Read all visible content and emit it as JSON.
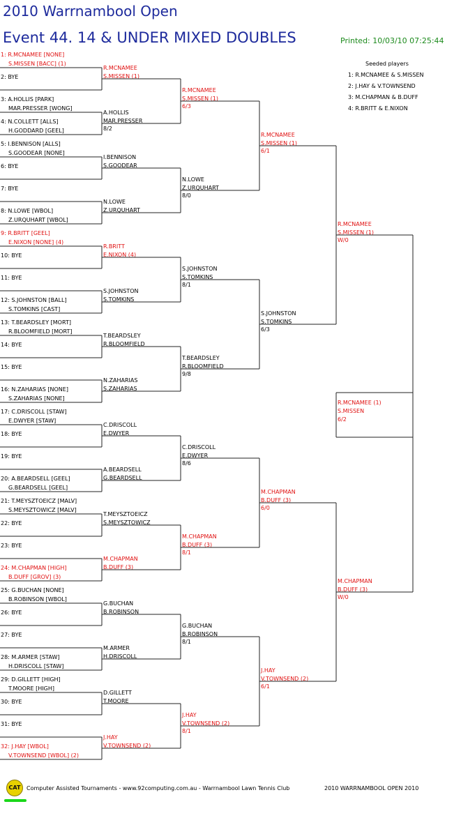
{
  "header": {
    "title": "2010 Warrnambool Open",
    "event": "Event 44. 14 & UNDER MIXED DOUBLES",
    "printed": "Printed: 10/03/10 07:25:44"
  },
  "colors": {
    "title": "#1d2a9c",
    "seeded": "#e01010",
    "normal": "#000000",
    "printed": "#1c8a1c"
  },
  "seeds": {
    "title": "Seeded players",
    "list": [
      "1: R.MCNAMEE & S.MISSEN",
      "2: J.HAY & V.TOWNSEND",
      "3: M.CHAPMAN & B.DUFF",
      "4: R.BRITT & E.NIXON"
    ]
  },
  "round1": [
    {
      "n": "1",
      "p1": "R.MCNAMEE [NONE]",
      "p2": "S.MISSEN [BACC] (1)",
      "red": true
    },
    {
      "n": "2",
      "p1": "BYE",
      "p2": "",
      "red": false
    },
    {
      "n": "3",
      "p1": "A.HOLLIS [PARK]",
      "p2": "MAR.PRESSER [WONG]",
      "red": false
    },
    {
      "n": "4",
      "p1": "N.COLLETT [ALLS]",
      "p2": "H.GODDARD [GEEL]",
      "red": false
    },
    {
      "n": "5",
      "p1": "I.BENNISON [ALLS]",
      "p2": "S.GOODEAR [NONE]",
      "red": false
    },
    {
      "n": "6",
      "p1": "BYE",
      "p2": "",
      "red": false
    },
    {
      "n": "7",
      "p1": "BYE",
      "p2": "",
      "red": false
    },
    {
      "n": "8",
      "p1": "N.LOWE [WBOL]",
      "p2": "Z.URQUHART [WBOL]",
      "red": false
    },
    {
      "n": "9",
      "p1": "R.BRITT [GEEL]",
      "p2": "E.NIXON [NONE] (4)",
      "red": true
    },
    {
      "n": "10",
      "p1": "BYE",
      "p2": "",
      "red": false
    },
    {
      "n": "11",
      "p1": "BYE",
      "p2": "",
      "red": false
    },
    {
      "n": "12",
      "p1": "S.JOHNSTON [BALL]",
      "p2": "S.TOMKINS [CAST]",
      "red": false
    },
    {
      "n": "13",
      "p1": "T.BEARDSLEY [MORT]",
      "p2": "R.BLOOMFIELD [MORT]",
      "red": false
    },
    {
      "n": "14",
      "p1": "BYE",
      "p2": "",
      "red": false
    },
    {
      "n": "15",
      "p1": "BYE",
      "p2": "",
      "red": false
    },
    {
      "n": "16",
      "p1": "N.ZAHARIAS [NONE]",
      "p2": "S.ZAHARIAS [NONE]",
      "red": false
    },
    {
      "n": "17",
      "p1": "C.DRISCOLL [STAW]",
      "p2": "E.DWYER [STAW]",
      "red": false
    },
    {
      "n": "18",
      "p1": "BYE",
      "p2": "",
      "red": false
    },
    {
      "n": "19",
      "p1": "BYE",
      "p2": "",
      "red": false
    },
    {
      "n": "20",
      "p1": "A.BEARDSELL [GEEL]",
      "p2": "G.BEARDSELL [GEEL]",
      "red": false
    },
    {
      "n": "21",
      "p1": "T.MEYSZTOEICZ [MALV]",
      "p2": "S.MEYSZTOWICZ [MALV]",
      "red": false
    },
    {
      "n": "22",
      "p1": "BYE",
      "p2": "",
      "red": false
    },
    {
      "n": "23",
      "p1": "BYE",
      "p2": "",
      "red": false
    },
    {
      "n": "24",
      "p1": "M.CHAPMAN [HIGH]",
      "p2": "B.DUFF [GROV] (3)",
      "red": true
    },
    {
      "n": "25",
      "p1": "G.BUCHAN [NONE]",
      "p2": "B.ROBINSON [WBOL]",
      "red": false
    },
    {
      "n": "26",
      "p1": "BYE",
      "p2": "",
      "red": false
    },
    {
      "n": "27",
      "p1": "BYE",
      "p2": "",
      "red": false
    },
    {
      "n": "28",
      "p1": "M.ARMER [STAW]",
      "p2": "H.DRISCOLL [STAW]",
      "red": false
    },
    {
      "n": "29",
      "p1": "D.GILLETT [HIGH]",
      "p2": "T.MOORE [HIGH]",
      "red": false
    },
    {
      "n": "30",
      "p1": "BYE",
      "p2": "",
      "red": false
    },
    {
      "n": "31",
      "p1": "BYE",
      "p2": "",
      "red": false
    },
    {
      "n": "32",
      "p1": "J.HAY [WBOL]",
      "p2": "V.TOWNSEND [WBOL] (2)",
      "red": true
    }
  ],
  "round2": [
    {
      "p1": "R.MCNAMEE",
      "p2": "S.MISSEN (1)",
      "score": "",
      "red": true
    },
    {
      "p1": "A.HOLLIS",
      "p2": "MAR.PRESSER",
      "score": "8/2",
      "red": false
    },
    {
      "p1": "I.BENNISON",
      "p2": "S.GOODEAR",
      "score": "",
      "red": false
    },
    {
      "p1": "N.LOWE",
      "p2": "Z.URQUHART",
      "score": "",
      "red": false
    },
    {
      "p1": "R.BRITT",
      "p2": "E.NIXON (4)",
      "score": "",
      "red": true
    },
    {
      "p1": "S.JOHNSTON",
      "p2": "S.TOMKINS",
      "score": "",
      "red": false
    },
    {
      "p1": "T.BEARDSLEY",
      "p2": "R.BLOOMFIELD",
      "score": "",
      "red": false
    },
    {
      "p1": "N.ZAHARIAS",
      "p2": "S.ZAHARIAS",
      "score": "",
      "red": false
    },
    {
      "p1": "C.DRISCOLL",
      "p2": "E.DWYER",
      "score": "",
      "red": false
    },
    {
      "p1": "A.BEARDSELL",
      "p2": "G.BEARDSELL",
      "score": "",
      "red": false
    },
    {
      "p1": "T.MEYSZTOEICZ",
      "p2": "S.MEYSZTOWICZ",
      "score": "",
      "red": false
    },
    {
      "p1": "M.CHAPMAN",
      "p2": "B.DUFF (3)",
      "score": "",
      "red": true
    },
    {
      "p1": "G.BUCHAN",
      "p2": "B.ROBINSON",
      "score": "",
      "red": false
    },
    {
      "p1": "M.ARMER",
      "p2": "H.DRISCOLL",
      "score": "",
      "red": false
    },
    {
      "p1": "D.GILLETT",
      "p2": "T.MOORE",
      "score": "",
      "red": false
    },
    {
      "p1": "J.HAY",
      "p2": "V.TOWNSEND (2)",
      "score": "",
      "red": true
    }
  ],
  "round3": [
    {
      "p1": "R.MCNAMEE",
      "p2": "S.MISSEN (1)",
      "score": "6/3",
      "red": true
    },
    {
      "p1": "N.LOWE",
      "p2": "Z.URQUHART",
      "score": "8/0",
      "red": false
    },
    {
      "p1": "S.JOHNSTON",
      "p2": "S.TOMKINS",
      "score": "8/1",
      "red": false
    },
    {
      "p1": "T.BEARDSLEY",
      "p2": "R.BLOOMFIELD",
      "score": "9/8",
      "red": false
    },
    {
      "p1": "C.DRISCOLL",
      "p2": "E.DWYER",
      "score": "8/6",
      "red": false
    },
    {
      "p1": "M.CHAPMAN",
      "p2": "B.DUFF (3)",
      "score": "8/1",
      "red": true
    },
    {
      "p1": "G.BUCHAN",
      "p2": "B.ROBINSON",
      "score": "8/1",
      "red": false
    },
    {
      "p1": "J.HAY",
      "p2": "V.TOWNSEND (2)",
      "score": "8/1",
      "red": true
    }
  ],
  "round4": [
    {
      "p1": "R.MCNAMEE",
      "p2": "S.MISSEN (1)",
      "score": "6/1",
      "red": true
    },
    {
      "p1": "S.JOHNSTON",
      "p2": "S.TOMKINS",
      "score": "6/3",
      "red": false
    },
    {
      "p1": "M.CHAPMAN",
      "p2": "B.DUFF (3)",
      "score": "6/0",
      "red": true
    },
    {
      "p1": "J.HAY",
      "p2": "V.TOWNSEND (2)",
      "score": "6/1",
      "red": true
    }
  ],
  "round5": [
    {
      "p1": "R.MCNAMEE",
      "p2": "S.MISSEN (1)",
      "score": "W/0",
      "red": true
    },
    {
      "p1": "M.CHAPMAN",
      "p2": "B.DUFF (3)",
      "score": "W/0",
      "red": true
    }
  ],
  "final": {
    "p1": "R.MCNAMEE (1)",
    "p2": "S.MISSEN",
    "score": "6/2",
    "red": true
  },
  "footer": {
    "logo": "CAT",
    "text": "Computer Assisted Tournaments - www.92computing.com.au -  Warrnambool Lawn Tennis Club",
    "event": "2010 WARRNAMBOOL OPEN 2010"
  }
}
